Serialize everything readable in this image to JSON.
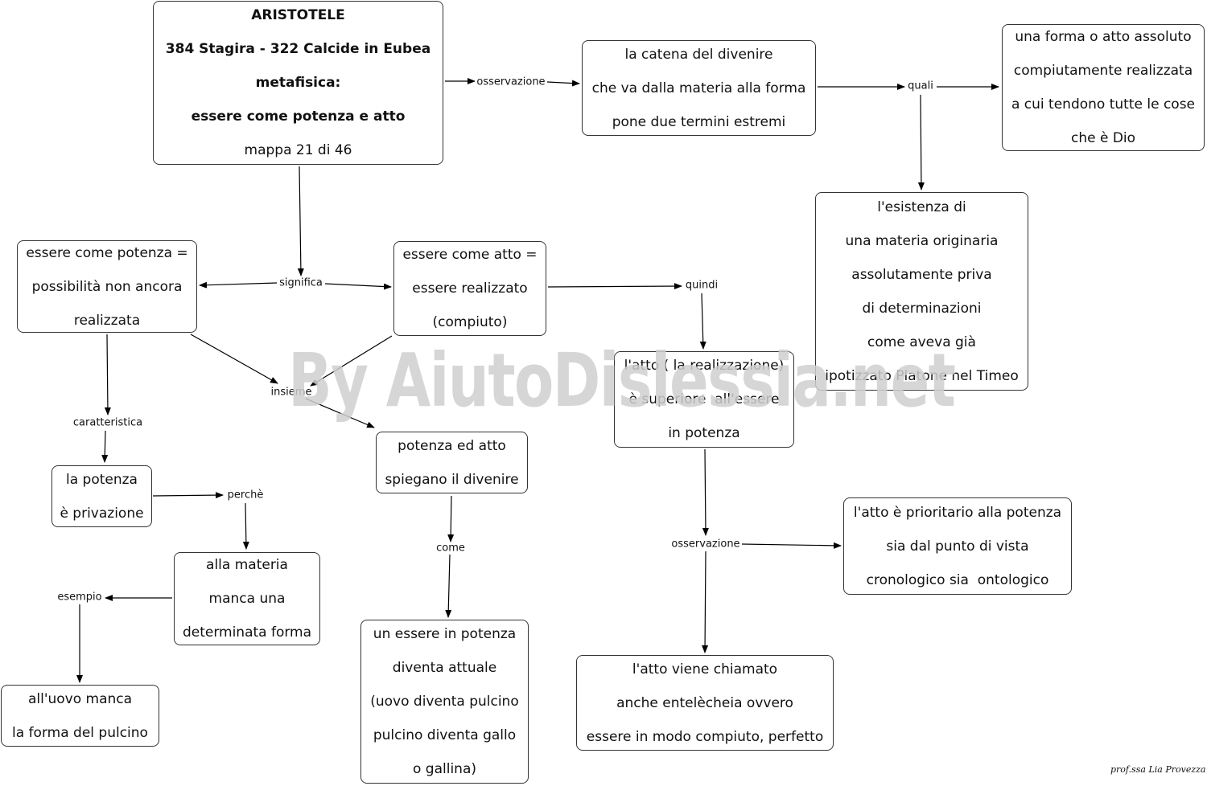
{
  "nodes": {
    "aristotele": {
      "lines": [
        "ARISTOTELE",
        "384 Stagira - 322 Calcide in Eubea",
        "metafisica:",
        "essere come potenza e atto",
        "mappa 21 di 46"
      ]
    },
    "catena": {
      "lines": [
        "la catena del divenire",
        "che va dalla materia alla forma",
        "pone due termini estremi"
      ]
    },
    "forma_assoluto": {
      "lines": [
        "una forma o atto assoluto",
        "compiutamente realizzata",
        "a cui tendono tutte le cose",
        "che è Dio"
      ]
    },
    "materia_originaria": {
      "lines": [
        "l'esistenza di",
        "una materia originaria",
        "assolutamente priva",
        "di determinazioni",
        "come aveva già",
        "ipotizzato Platone nel Timeo"
      ]
    },
    "potenza": {
      "lines": [
        "essere come potenza =",
        "possibilità non ancora",
        "realizzata"
      ]
    },
    "atto": {
      "lines": [
        "essere come atto =",
        "essere realizzato",
        "(compiuto)"
      ]
    },
    "atto_superiore": {
      "lines": [
        "l'atto ( la realizzazione)",
        "è superiore  all'essere",
        "in potenza"
      ]
    },
    "privazione": {
      "lines": [
        "la potenza",
        "è privazione"
      ]
    },
    "divenire": {
      "lines": [
        "potenza ed atto",
        "spiegano il divenire"
      ]
    },
    "materia_forma": {
      "lines": [
        "alla materia",
        "manca una",
        "determinata forma"
      ]
    },
    "prioritario": {
      "lines": [
        "l'atto è prioritario alla potenza",
        "sia dal punto di vista",
        "cronologico sia  ontologico"
      ]
    },
    "uovo": {
      "lines": [
        "all'uovo manca",
        "la forma del pulcino"
      ]
    },
    "essere_potenza": {
      "lines": [
        "un essere in potenza",
        "diventa attuale",
        "(uovo diventa pulcino",
        "pulcino diventa gallo",
        "o gallina)"
      ]
    },
    "entelecheia": {
      "lines": [
        "l'atto viene chiamato",
        "anche entelècheia ovvero",
        "essere in modo compiuto, perfetto"
      ]
    }
  },
  "labels": {
    "osservazione_1": "osservazione",
    "quali": "quali",
    "significa": "significa",
    "quindi": "quindi",
    "insieme": "insieme",
    "caratteristica": "caratteristica",
    "perche": "perchè",
    "come": "come",
    "esempio": "esempio",
    "osservazione_2": "osservazione"
  },
  "watermark": "By AiutoDislessia.net",
  "signature": "prof.ssa Lia Provezza"
}
